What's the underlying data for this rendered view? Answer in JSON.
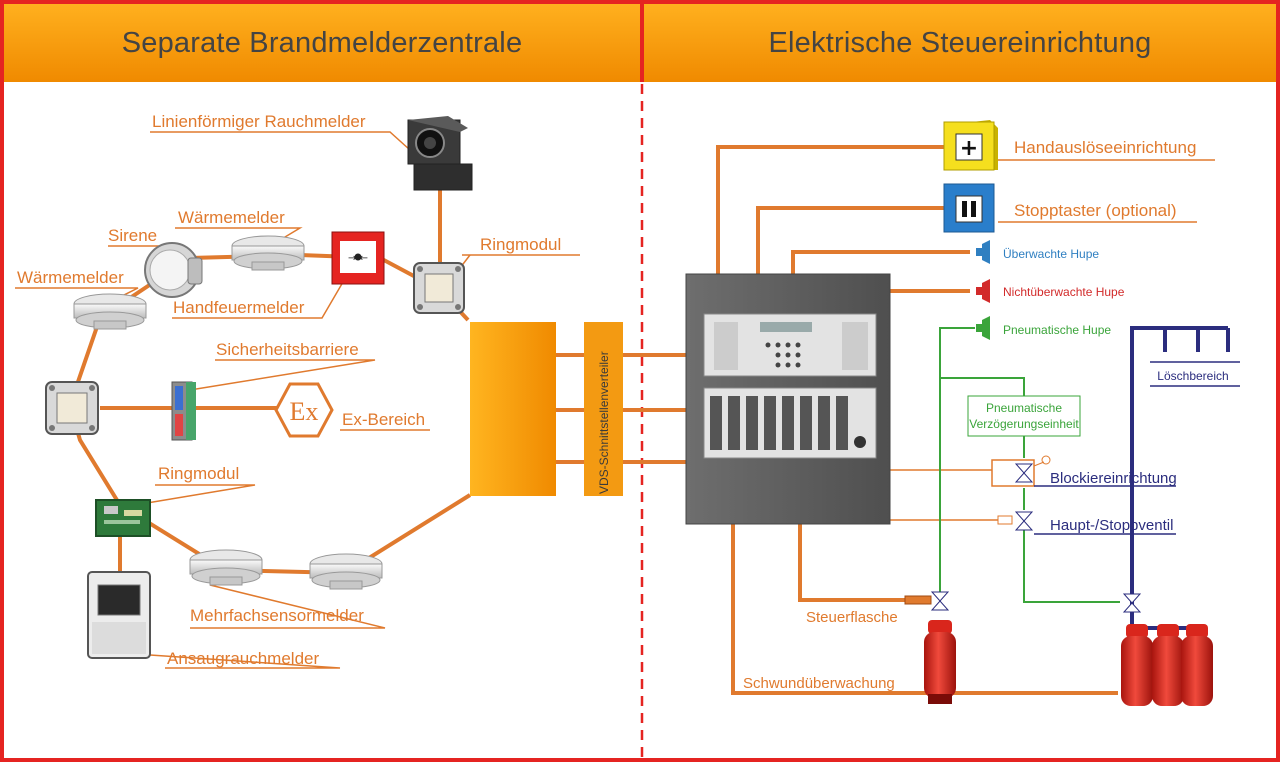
{
  "header": {
    "left_title": "Separate Brandmelderzentrale",
    "right_title": "Elektrische Steuereinrichtung"
  },
  "left_labels": {
    "linear_smoke": "Linienförmiger Rauchmelder",
    "ring_module_top": "Ringmodul",
    "siren": "Sirene",
    "heat_detector_top": "Wärmemelder",
    "heat_detector_left": "Wärmemelder",
    "manual_call_point": "Handfeuermelder",
    "safety_barrier": "Sicherheitsbarriere",
    "ex_area": "Ex-Bereich",
    "ex_symbol": "Ex",
    "ring_module_bottom": "Ringmodul",
    "multi_sensor": "Mehrfachsensormelder",
    "aspirating": "Ansaugrauchmelder",
    "vds_distributor": "VDS-Schnittstellenverteiler"
  },
  "right_labels": {
    "manual_release": "Handauslöseeinrichtung",
    "stop_button": "Stopptaster (optional)",
    "monitored_horn": "Überwachte Hupe",
    "unmonitored_horn": "Nichtüberwachte Hupe",
    "pneumatic_horn": "Pneumatische Hupe",
    "extinguishing_area": "Löschbereich",
    "pneumatic_delay_1": "Pneumatische",
    "pneumatic_delay_2": "Verzögerungseinheit",
    "blocking_device": "Blockiereinrichtung",
    "main_stop_valve": "Haupt-/Stoppventil",
    "control_bottle": "Steuerflasche",
    "shrink_monitoring": "Schwundüberwachung"
  },
  "colors": {
    "frame": "#e52421",
    "header": "#f5a011",
    "cable": "#e07a2e",
    "label": "#e07a2e",
    "pneumatic": "#3aa43a",
    "extinguishing": "#2b2d7e",
    "horn_monitored": "#2f7fc1",
    "horn_unmonitored": "#d22a2a",
    "cylinder": "#d9261c"
  },
  "icons": {
    "manual_release": "plus-icon",
    "stop_button": "pause-icon"
  }
}
